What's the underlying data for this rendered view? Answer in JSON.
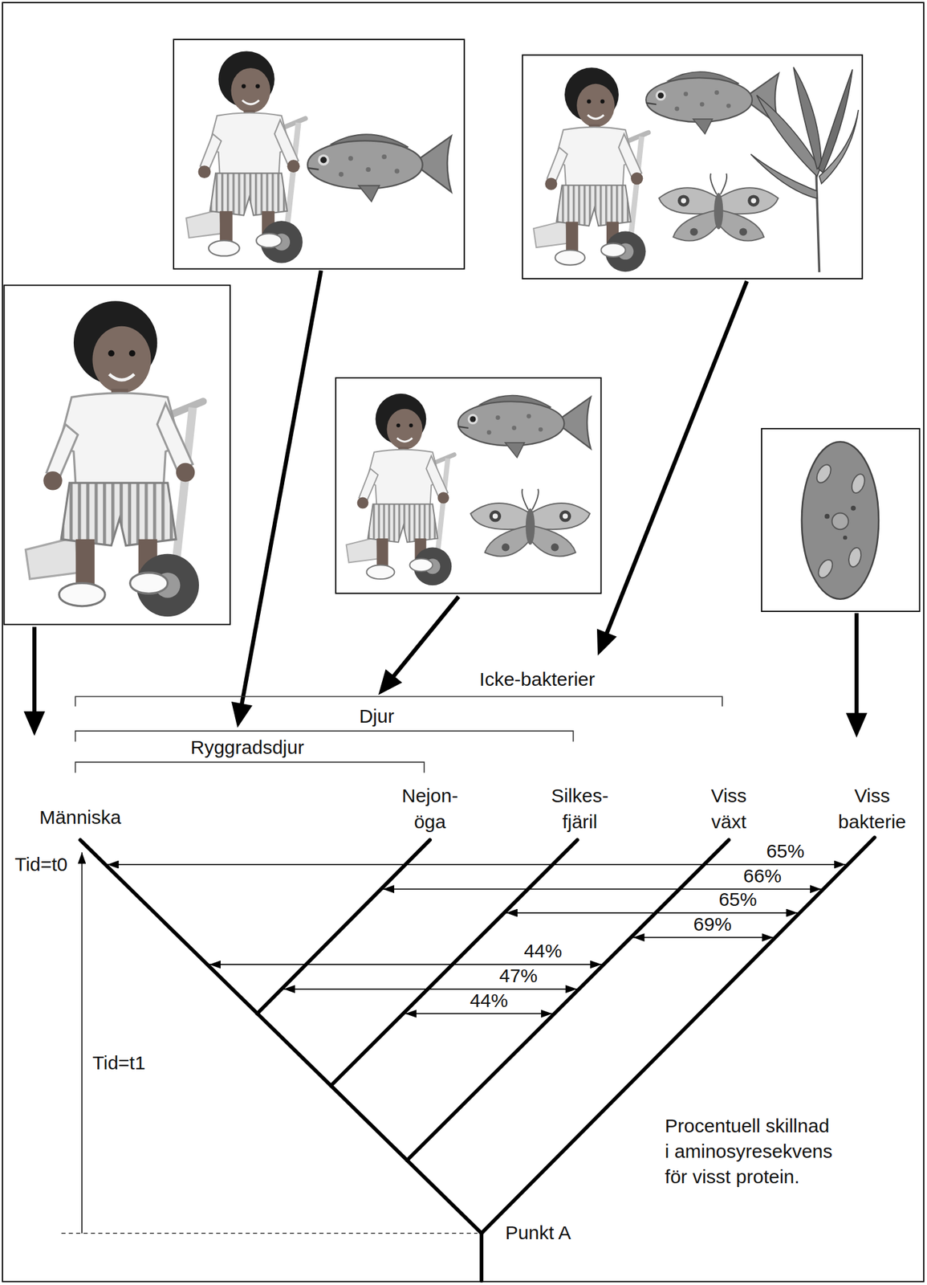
{
  "diagram": {
    "labels": [
      "Icke-bakterier",
      "Djur",
      "Ryggradsdjur",
      "Människa",
      "Nejon- öga",
      "Silkes- fjäril",
      "Viss växt",
      "Viss bakterie",
      "65%",
      "Tid=t0",
      "66%",
      "65%",
      "69%",
      "44%",
      "47%",
      "44%",
      "Tid=t1",
      "Procentuell skillnad i aminosyresekvens för visst protein.",
      "Punkt A"
    ]
  }
}
